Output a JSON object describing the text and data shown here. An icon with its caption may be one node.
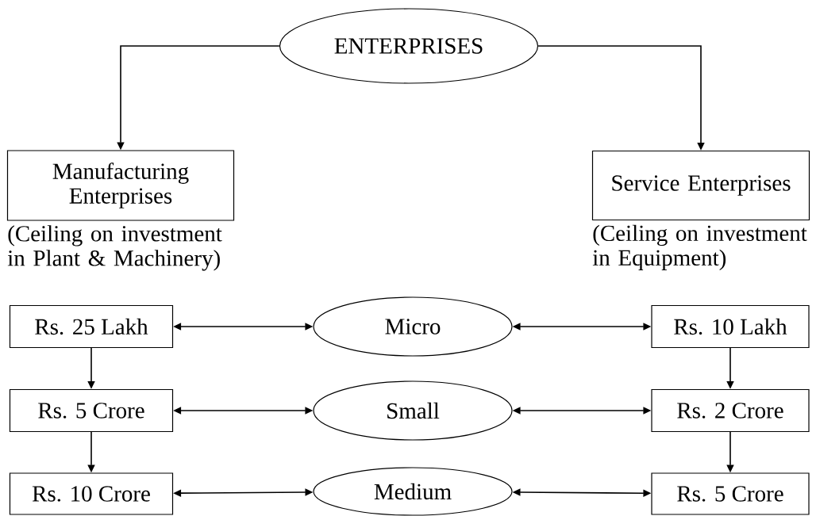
{
  "diagram": {
    "nodes": [
      {
        "text": [
          "ENTERPRISES"
        ]
      },
      {
        "text": [
          "Manufacturing Enterprises"
        ],
        "beside": [
          "(Ceiling on investment in Plant & Machinery)"
        ]
      },
      {
        "text": [
          "Service Enterprises"
        ],
        "beside": [
          "(Ceiling on investment in Equipment)"
        ]
      },
      {
        "text": [
          "Rs. 25 Lakh"
        ]
      },
      {
        "text": [
          "Micro"
        ]
      },
      {
        "text": [
          "Rs. 10 Lakh"
        ]
      },
      {
        "text": [
          "Rs. 5 Crore"
        ]
      },
      {
        "text": [
          "Small"
        ]
      },
      {
        "text": [
          "Rs. 2 Crore"
        ]
      },
      {
        "text": [
          "Rs. 10 Crore"
        ]
      },
      {
        "text": [
          "Medium"
        ]
      },
      {
        "text": [
          "Rs. 5 Crore"
        ]
      }
    ],
    "edges": [
      {
        "from": 0,
        "to": 1,
        "arrow": "to"
      },
      {
        "from": 0,
        "to": 2,
        "arrow": "to"
      },
      {
        "from": 3,
        "to": 4,
        "arrow": "both"
      },
      {
        "from": 4,
        "to": 5,
        "arrow": "both"
      },
      {
        "from": 3,
        "to": 6,
        "arrow": "to"
      },
      {
        "from": 5,
        "to": 8,
        "arrow": "to"
      },
      {
        "from": 6,
        "to": 7,
        "arrow": "both"
      },
      {
        "from": 7,
        "to": 8,
        "arrow": "both"
      },
      {
        "from": 6,
        "to": 9,
        "arrow": "to"
      },
      {
        "from": 8,
        "to": 11,
        "arrow": "to"
      },
      {
        "from": 9,
        "to": 10,
        "arrow": "both"
      },
      {
        "from": 10,
        "to": 11,
        "arrow": "both"
      }
    ]
  }
}
